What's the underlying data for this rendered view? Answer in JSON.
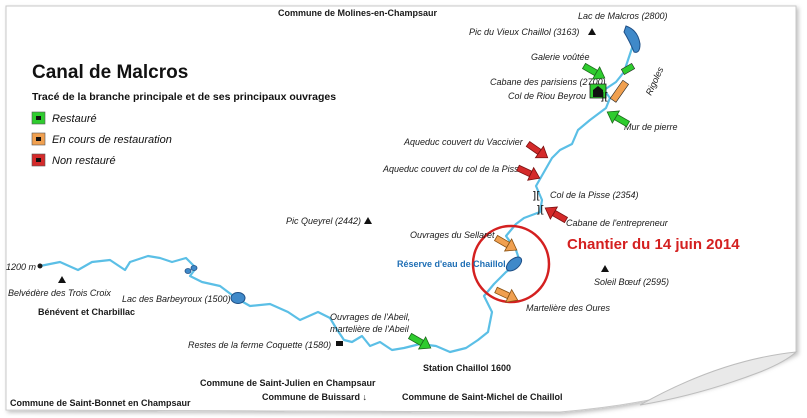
{
  "title": "Canal de Malcros",
  "subtitle": "Tracé de la branche principale et de ses principaux ouvrages",
  "legend": [
    {
      "label": "Restauré",
      "color": "#2ecc2e"
    },
    {
      "label": "En cours de restauration",
      "color": "#f0a050"
    },
    {
      "label": "Non restauré",
      "color": "#d42a2a"
    }
  ],
  "communes": {
    "north": "Commune de Molines-en-Champsaur",
    "benevent": "Bénévent et Charbillac",
    "saint_bonnet": "Commune de Saint-Bonnet en Champsaur",
    "saint_julien": "Commune de Saint-Julien en Champsaur",
    "buissard": "Commune de Buissard ↓",
    "saint_michel": "Commune de Saint-Michel de Chaillol"
  },
  "places": {
    "lac_malcros": "Lac de Malcros (2800)",
    "pic_vieux_chaillol": "Pic du Vieux Chaillol (3163)",
    "galerie": "Galerie voûtée",
    "cabane_parisiens": "Cabane des parisiens (2700)",
    "col_riou": "Col de Riou Beyrou",
    "rigoles": "Rigoles",
    "mur_pierre": "Mur de pierre",
    "aqueduc_vaccivier": "Aqueduc couvert du Vaccivier",
    "aqueduc_pisse": "Aqueduc couvert du col de la Pisse",
    "col_pisse": "Col de la Pisse (2354)",
    "cabane_entrepreneur": "Cabane de l'entrepreneur",
    "pic_queyrel": "Pic Queyrel (2442)",
    "ouvrages_sellaret": "Ouvrages du Sellaret",
    "reserve_chaillol": "Réserve d'eau de Chaillol",
    "soleil_boeuf": "Soleil Bœuf (2595)",
    "martelliere_oures": "Martelière des Oures",
    "altitude_start": "1200 m",
    "belvedere": "Belvédère des Trois Croix",
    "lac_barbeyroux": "Lac des Barbeyroux (1500)",
    "ouvrages_abeil_1": "Ouvrages de l'Abeil,",
    "ouvrages_abeil_2": "martelière de l'Abeil",
    "ferme_coquette": "Restes de la ferme Coquette (1580)",
    "station_chaillol": "Station Chaillol 1600"
  },
  "chantier": "Chantier du 14 juin 2014",
  "colors": {
    "canal": "#5bbfe6",
    "restaure": "#2ecc2e",
    "en_cours": "#f0a050",
    "non_restaure": "#d42a2a",
    "chantier_circle": "#d42020"
  }
}
